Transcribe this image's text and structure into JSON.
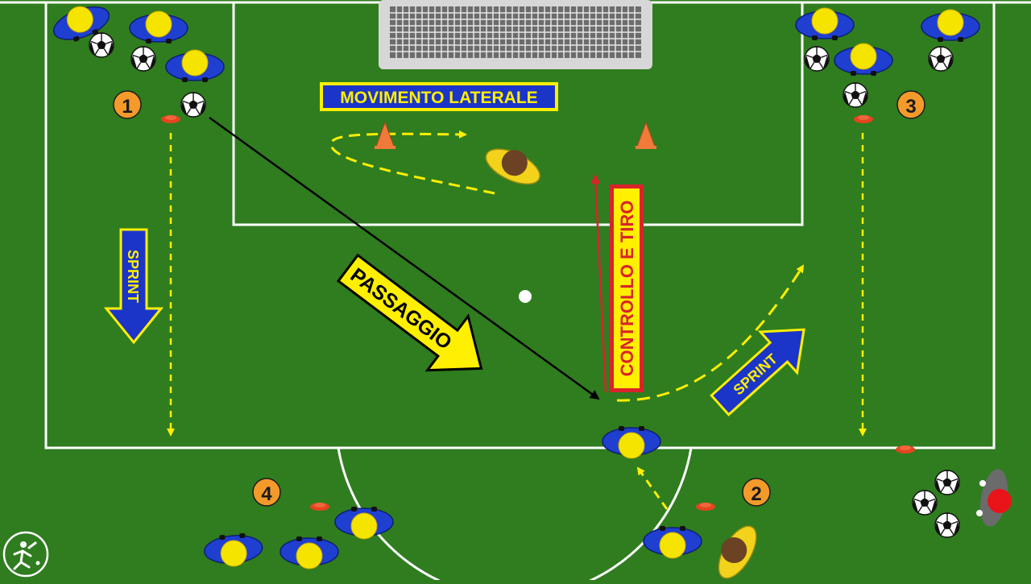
{
  "diagram": {
    "labels": {
      "movimento": "MOVIMENTO LATERALE",
      "passaggio": "PASSAGGIO",
      "controllo": "CONTROLLO E TIRO",
      "sprint_left": "SPRINT",
      "sprint_right": "SPRINT"
    },
    "station_numbers": [
      "1",
      "2",
      "3",
      "4"
    ],
    "colors": {
      "pitch": "#2f7d1f",
      "lines": "#ffffff",
      "team_shirt": "#1f3fd1",
      "team_head": "#f5e400",
      "defender_shirt": "#f2d21b",
      "defender_head": "#6b4223",
      "number_badge": "#f39a2b",
      "cone": "#f07a3a",
      "label_yellow": "#ffef00",
      "label_blue": "#1c35c9",
      "path_red": "#d8232a",
      "coach_red": "#e8141a"
    },
    "icons": [
      "ball-icon",
      "cone-icon",
      "player-icon",
      "logo-icon"
    ]
  }
}
